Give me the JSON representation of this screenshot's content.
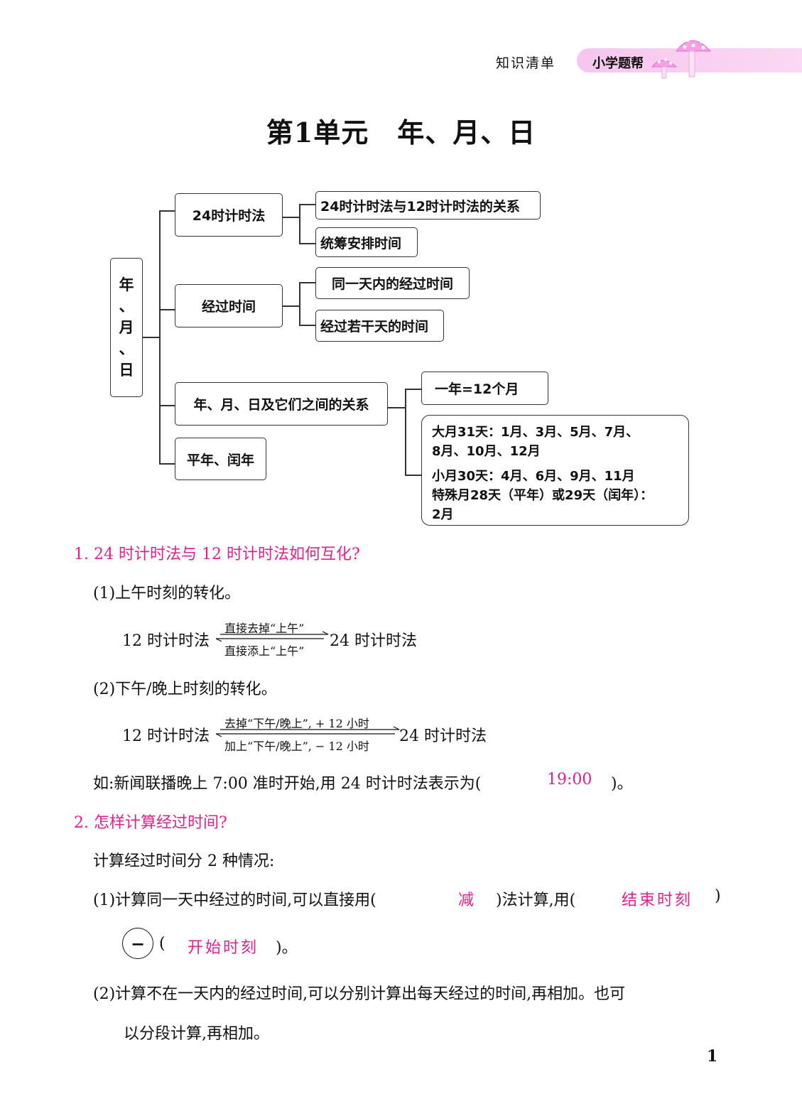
{
  "header": {
    "section": "知识清单",
    "brand": "小学题帮"
  },
  "title": {
    "unit": "第1单元",
    "topic": "年、月、日"
  },
  "mindmap": {
    "root": [
      "年",
      "、",
      "月",
      "、",
      "日"
    ],
    "branch_24h": "24时计时法",
    "leaf_relation": "24时计时法与12时计时法的关系",
    "leaf_schedule": "统筹安排时间",
    "branch_elapsed": "经过时间",
    "leaf_sameday": "同一天内的经过时间",
    "leaf_multiday": "经过若干天的时间",
    "branch_ymd": "年、月、日及它们之间的关系",
    "branch_leap": "平年、闰年",
    "leaf_year": "一年=12个月",
    "big_month_1": "大月31天：1月、3月、5月、7月、",
    "big_month_2": "8月、10月、12月",
    "small_month": "小月30天：4月、6月、9月、11月",
    "special_1": "特殊月28天（平年）或29天（闰年）：",
    "special_2": "2月"
  },
  "q1": {
    "heading": "1. 24 时计时法与 12 时计时法如何互化?",
    "sub1": "(1)上午时刻的转化。",
    "f1_left": "12 时计时法",
    "f1_top": "直接去掉“上午”",
    "f1_bottom": "直接添上“上午”",
    "f1_right": "24 时计时法",
    "sub2": "(2)下午/晚上时刻的转化。",
    "f2_left": "12 时计时法",
    "f2_top": "去掉“下午/晚上”, + 12 小时",
    "f2_bottom": "加上“下午/晚上”, − 12 小时",
    "f2_right": "24 时计时法",
    "example_pre": "如:新闻联播晚上 7:00 准时开始,用 24 时计时法表示为(",
    "example_ans": "19:00",
    "example_post": ")。"
  },
  "q2": {
    "heading": "2. 怎样计算经过时间?",
    "intro": "计算经过时间分 2 种情况:",
    "s1_pre": "(1)计算同一天中经过的时间,可以直接用(",
    "s1_ans1": "减",
    "s1_mid": ")法计算,用(",
    "s1_ans2": "结束时刻",
    "s1_post": ")",
    "minus": "−",
    "s1b_pre": "(",
    "s1b_ans": "开始时刻",
    "s1b_post": ")。",
    "s2_line1": "(2)计算不在一天内的经过时间,可以分别计算出每天经过的时间,再相加。也可",
    "s2_line2": "以分段计算,再相加。"
  },
  "page_number": "1",
  "colors": {
    "accent": "#e0208a",
    "band": "#f6c6ee"
  }
}
